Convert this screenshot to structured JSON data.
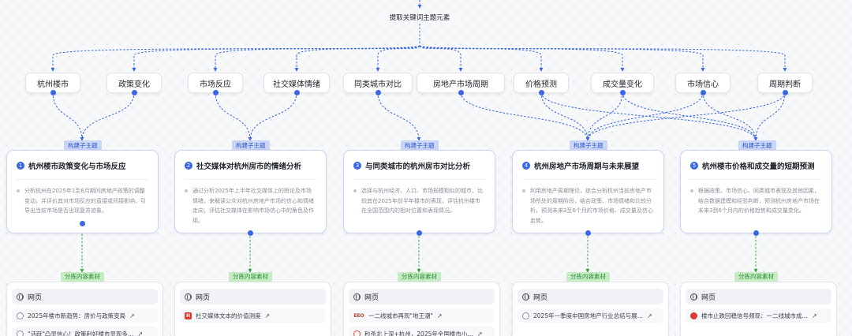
{
  "root": {
    "label": "提取关键词主题元素"
  },
  "keywords": [
    "杭州楼市",
    "政策变化",
    "市场反应",
    "社交媒体情绪",
    "同类城市对比",
    "房地产市场周期",
    "价格预测",
    "成交量变化",
    "市场信心",
    "周期判断"
  ],
  "topic_tag": "构建子主题",
  "source_tag": "分拣内容素材",
  "cards": [
    {
      "num": "1",
      "title": "杭州楼市政策变化与市场反应",
      "desc": "分析杭州在2025年1至6月期间房地产政策的调整变动，并评价其对市场反应的直接或间接影响，引导出当前市场是否出现复苏迹象。"
    },
    {
      "num": "2",
      "title": "社交媒体对杭州房市的情绪分析",
      "desc": "通过分析2025年上半年社交媒体上的舆论及市场情绪，来解读公众对杭州房地产市场的信心和情绪走向，评估社交媒体在影响市场信心中的角色及作用。"
    },
    {
      "num": "3",
      "title": "与同类城市的杭州房市对比分析",
      "desc": "选择与杭州经济、人口、市场规模相似的城市，比较其在2025年前半年楼市的表现，评估杭州楼市在全国范围内的相对位置和表现情况。"
    },
    {
      "num": "4",
      "title": "杭州房地产市场周期与未来展望",
      "desc": "利用房地产周期理论，综合分析杭州当前房地产市场所处的周期阶段，结合政策、市场情绪和比较分析，预测未来3至6个月的市场价格、成交量及信心走势。"
    },
    {
      "num": "5",
      "title": "杭州楼市价格和成交量的短期预测",
      "desc": "根据政策、市场信心、同类城市表现及其他因素，结合数据建模和经验判断，预测杭州房地产市场在未来3到6个月内的价格趋势和成交量变化。"
    }
  ],
  "sources": [
    {
      "head": "网页",
      "items": [
        {
          "icon": "globe-icon",
          "text": "2025年楼市新趋势：房价与政策变局"
        },
        {
          "icon": "globe-icon",
          "text": "\"活跃\"凸显信心！政策利好楼市显现多…"
        }
      ]
    },
    {
      "head": "网页",
      "items": [
        {
          "icon": "h-logo-icon",
          "text": "社交媒体文本的价值测度"
        }
      ]
    },
    {
      "head": "网页",
      "items": [
        {
          "icon": "eeo-logo-icon",
          "text": "一二线城市再现\"地王潮\""
        },
        {
          "icon": "sogou-logo-icon",
          "text": "秒杀北上深+杭州，2025年全国楼市小…"
        }
      ]
    },
    {
      "head": "网页",
      "items": [
        {
          "icon": "globe-icon",
          "text": "2025年一季度中国房地产行业总结与展…"
        }
      ]
    },
    {
      "head": "网页",
      "items": [
        {
          "icon": "red-logo-icon",
          "text": "楼市止跌回稳信号频现：一二线城市成…"
        }
      ]
    }
  ],
  "colors": {
    "accent": "#3b67e6",
    "topic_tag_bg": "#c9d6f8",
    "source_tag_bg": "#c6ecc4",
    "source_edge": "#3aa84a"
  }
}
